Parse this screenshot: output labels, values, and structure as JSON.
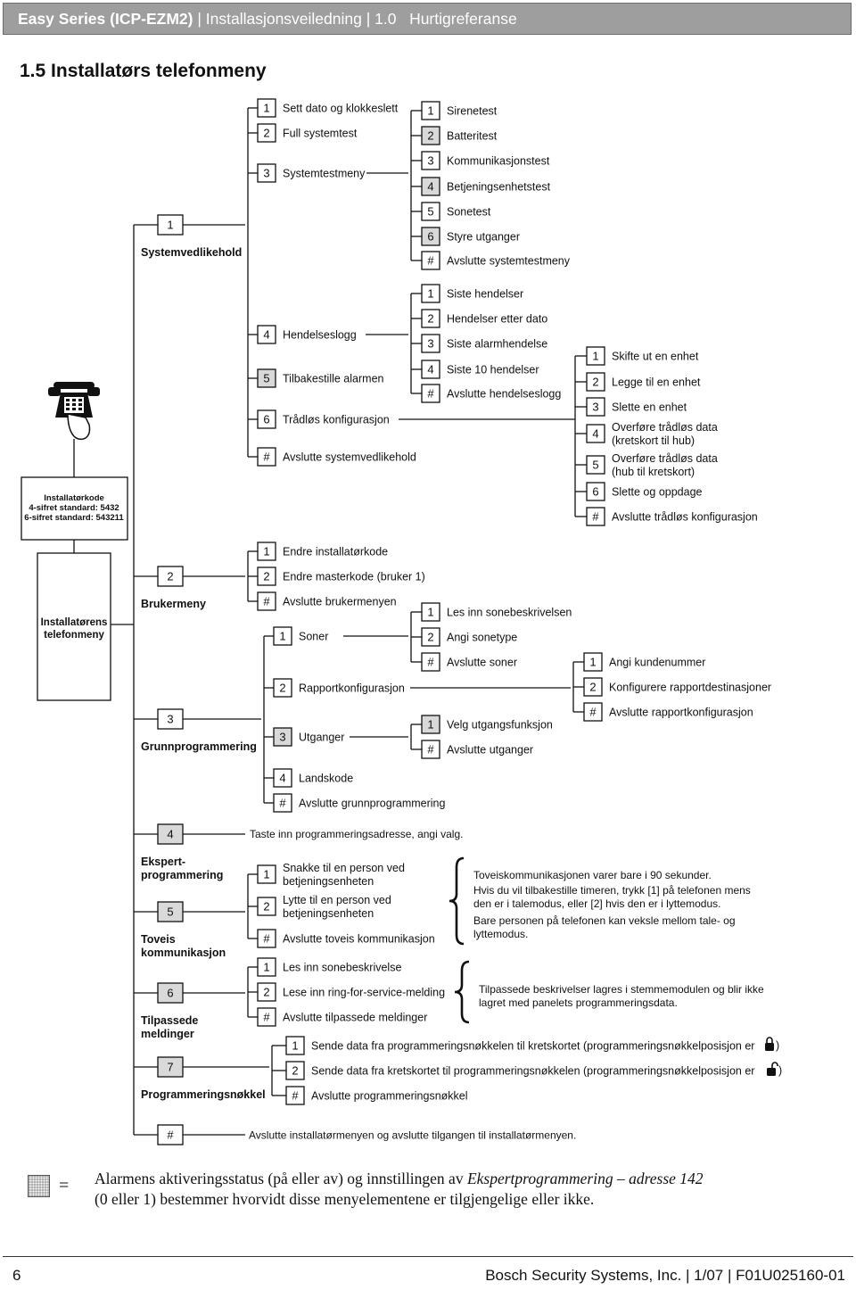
{
  "header": {
    "product": "Easy Series (ICP-EZM2)",
    "sep": " | ",
    "doc": "Installasjonsveiledning | 1.0",
    "section": "Hurtigreferanse"
  },
  "title": "1.5   Installatørs telefonmeny",
  "diagram": {
    "installer_code": [
      "Installatørkode",
      "4-sifret standard: 5432",
      "6-sifret standard: 543211"
    ],
    "phone_menu": [
      "Installatørens",
      "telefonmeny"
    ],
    "main_items": [
      {
        "key": "1",
        "label": [
          "Systemvedlikehold"
        ]
      },
      {
        "key": "2",
        "label": [
          "Brukermeny"
        ]
      },
      {
        "key": "3",
        "label": [
          "Grunnprogrammering"
        ]
      },
      {
        "key": "4",
        "label": [
          "Ekspert-",
          "programmering"
        ]
      },
      {
        "key": "5",
        "label": [
          "Toveis",
          "kommunikasjon"
        ]
      },
      {
        "key": "6",
        "label": [
          "Tilpassede",
          "meldinger"
        ]
      },
      {
        "key": "7",
        "label": [
          "Programmeringsnøkkel"
        ]
      },
      {
        "key": "#",
        "label": [
          "Avslutte installatørmenyen og avslutte tilgangen til installatørmenyen."
        ]
      }
    ],
    "maint_items": [
      {
        "key": "1",
        "label": [
          "Sett dato og klokkeslett"
        ]
      },
      {
        "key": "2",
        "label": [
          "Full systemtest"
        ]
      },
      {
        "key": "3",
        "label": [
          "Systemtestmeny"
        ]
      },
      {
        "key": "4",
        "label": [
          "Hendelseslogg"
        ]
      },
      {
        "key": "5",
        "label": [
          "Tilbakestille alarmen"
        ]
      },
      {
        "key": "6",
        "label": [
          "Trådløs konfigurasjon"
        ]
      },
      {
        "key": "#",
        "label": [
          "Avslutte systemvedlikehold"
        ]
      }
    ],
    "systemtest_items": [
      {
        "key": "1",
        "label": [
          "Sirenetest"
        ]
      },
      {
        "key": "2",
        "label": [
          "Batteritest"
        ]
      },
      {
        "key": "3",
        "label": [
          "Kommunikasjonstest"
        ]
      },
      {
        "key": "4",
        "label": [
          "Betjeningsenhetstest"
        ]
      },
      {
        "key": "5",
        "label": [
          "Sonetest"
        ]
      },
      {
        "key": "6",
        "label": [
          "Styre utganger"
        ]
      },
      {
        "key": "#",
        "label": [
          "Avslutte systemtestmeny"
        ]
      }
    ],
    "eventlog_items": [
      {
        "key": "1",
        "label": [
          "Siste hendelser"
        ]
      },
      {
        "key": "2",
        "label": [
          "Hendelser etter dato"
        ]
      },
      {
        "key": "3",
        "label": [
          "Siste alarmhendelse"
        ]
      },
      {
        "key": "4",
        "label": [
          "Siste 10 hendelser"
        ]
      },
      {
        "key": "#",
        "label": [
          "Avslutte hendelseslogg"
        ]
      }
    ],
    "wireless_items": [
      {
        "key": "1",
        "label": [
          "Skifte ut en enhet"
        ]
      },
      {
        "key": "2",
        "label": [
          "Legge til en enhet"
        ]
      },
      {
        "key": "3",
        "label": [
          "Slette en enhet"
        ]
      },
      {
        "key": "4",
        "label": [
          "Overføre trådløs data",
          "(kretskort til hub)"
        ]
      },
      {
        "key": "5",
        "label": [
          "Overføre trådløs data",
          "(hub til kretskort)"
        ]
      },
      {
        "key": "6",
        "label": [
          "Slette og oppdage"
        ]
      },
      {
        "key": "#",
        "label": [
          "Avslutte trådløs konfigurasjon"
        ]
      }
    ],
    "user_items": [
      {
        "key": "1",
        "label": [
          "Endre installatørkode"
        ]
      },
      {
        "key": "2",
        "label": [
          "Endre masterkode (bruker 1)"
        ]
      },
      {
        "key": "#",
        "label": [
          "Avslutte brukermenyen"
        ]
      }
    ],
    "basic_items": [
      {
        "key": "1",
        "label": [
          "Soner"
        ]
      },
      {
        "key": "2",
        "label": [
          "Rapportkonfigurasjon"
        ]
      },
      {
        "key": "3",
        "label": [
          "Utganger"
        ]
      },
      {
        "key": "4",
        "label": [
          "Landskode"
        ]
      },
      {
        "key": "#",
        "label": [
          "Avslutte grunnprogrammering"
        ]
      }
    ],
    "zone_items": [
      {
        "key": "1",
        "label": [
          "Les inn sonebeskrivelsen"
        ]
      },
      {
        "key": "2",
        "label": [
          "Angi sonetype"
        ]
      },
      {
        "key": "#",
        "label": [
          "Avslutte soner"
        ]
      }
    ],
    "report_items": [
      {
        "key": "1",
        "label": [
          "Angi kundenummer"
        ]
      },
      {
        "key": "2",
        "label": [
          "Konfigurere rapportdestinasjoner"
        ]
      },
      {
        "key": "#",
        "label": [
          "Avslutte rapportkonfigurasjon"
        ]
      }
    ],
    "output_items": [
      {
        "key": "1",
        "label": [
          "Velg utgangsfunksjon"
        ]
      },
      {
        "key": "#",
        "label": [
          "Avslutte utganger"
        ]
      }
    ],
    "expert_text": "Taste inn programmeringsadresse, angi valg.",
    "twoway_items": [
      {
        "key": "1",
        "label": [
          "Snakke til en person ved",
          "betjeningsenheten"
        ]
      },
      {
        "key": "2",
        "label": [
          "Lytte til en person ved",
          "betjeningsenheten"
        ]
      },
      {
        "key": "#",
        "label": [
          "Avslutte toveis kommunikasjon"
        ]
      }
    ],
    "twoway_note": [
      "Toveiskommunikasjonen varer bare i 90 sekunder.",
      "Hvis du vil tilbakestille timeren, trykk [1] på telefonen mens",
      "den er i talemodus, eller [2] hvis den er i lyttemodus.",
      "Bare personen på telefonen kan veksle mellom tale- og",
      "lyttemodus."
    ],
    "custom_items": [
      {
        "key": "1",
        "label": [
          "Les inn sonebeskrivelse"
        ]
      },
      {
        "key": "2",
        "label": [
          "Lese inn ring-for-service-melding"
        ]
      },
      {
        "key": "#",
        "label": [
          "Avslutte tilpassede meldinger"
        ]
      }
    ],
    "custom_note": [
      "Tilpassede beskrivelser lagres i stemmemodulen og blir ikke",
      "lagret med panelets programmeringsdata."
    ],
    "key_items": [
      {
        "key": "1",
        "label": [
          "Sende data fra programmeringsnøkkelen til kretskortet (programmeringsnøkkelposisjon er"
        ]
      },
      {
        "key": "2",
        "label": [
          "Sende data fra kretskortet til programmeringsnøkkelen (programmeringsnøkkelposisjon er"
        ]
      },
      {
        "key": "#",
        "label": [
          "Avslutte programmeringsnøkkel"
        ]
      }
    ],
    "close_paren": ")",
    "lock_icons": [
      "lock-closed-icon",
      "lock-open-icon"
    ],
    "phone_icon": "telephone-hand-icon",
    "colors": {
      "line": "#111111",
      "box_fill": "#ffffff",
      "shaded_fill": "#d9d9d9"
    }
  },
  "legend": {
    "equals": "=",
    "text1": "Alarmens aktiveringsstatus (på eller av) og innstillingen av ",
    "text_italic": "Ekspertprogrammering – adresse 142",
    "text2": "(0 eller 1) bestemmer hvorvidt disse menyelementene er tilgjengelige eller ikke."
  },
  "footer": {
    "page": "6",
    "right": "Bosch Security Systems, Inc. | 1/07 | F01U025160-01"
  }
}
